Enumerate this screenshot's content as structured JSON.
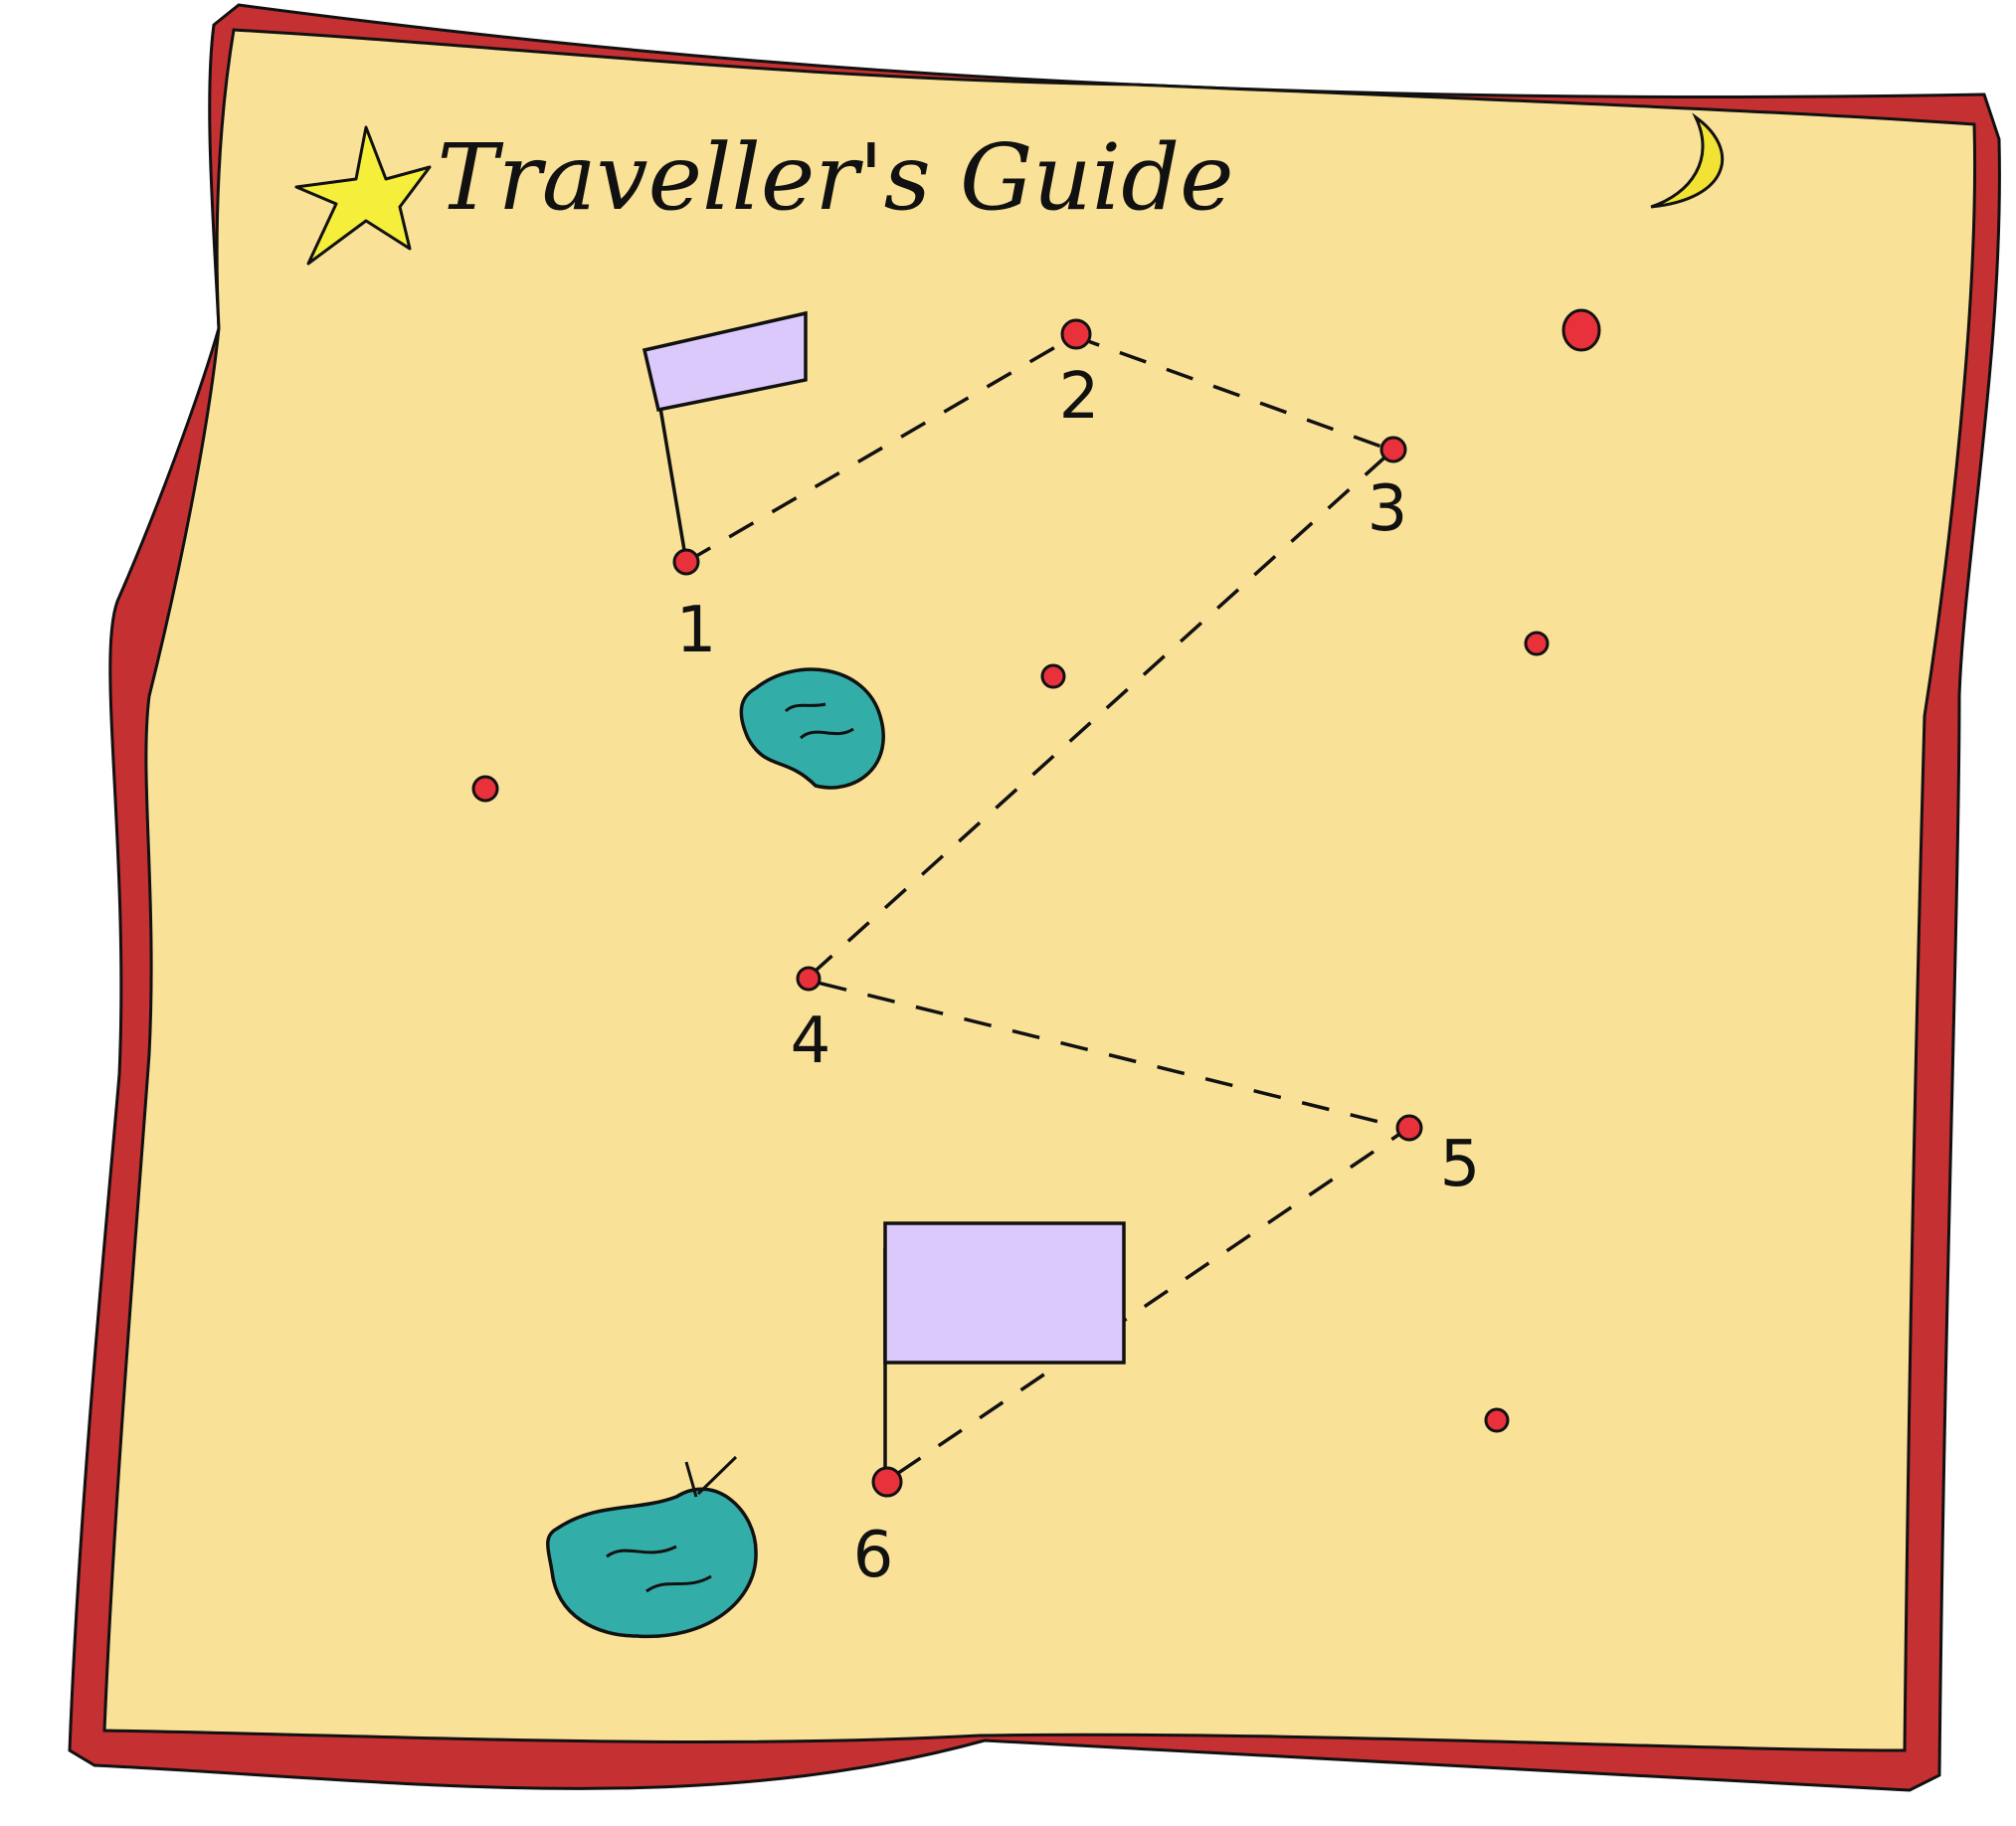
{
  "map": {
    "title": "Traveller's Guide",
    "colors": {
      "border": "#c53032",
      "parchment": "#fae198",
      "star": "#f5ef3c",
      "moon": "#f2e234",
      "flag": "#dcc9fb",
      "pond": "#33ada8",
      "dot": "#e8313a"
    },
    "icons": {
      "corner_left": "star-icon",
      "corner_right": "crescent-moon-icon",
      "start": "flag-icon",
      "end": "flag-icon",
      "water": "pond-icon"
    },
    "route": {
      "stops": [
        {
          "label": "1"
        },
        {
          "label": "2"
        },
        {
          "label": "3"
        },
        {
          "label": "4"
        },
        {
          "label": "5"
        },
        {
          "label": "6"
        }
      ]
    }
  }
}
